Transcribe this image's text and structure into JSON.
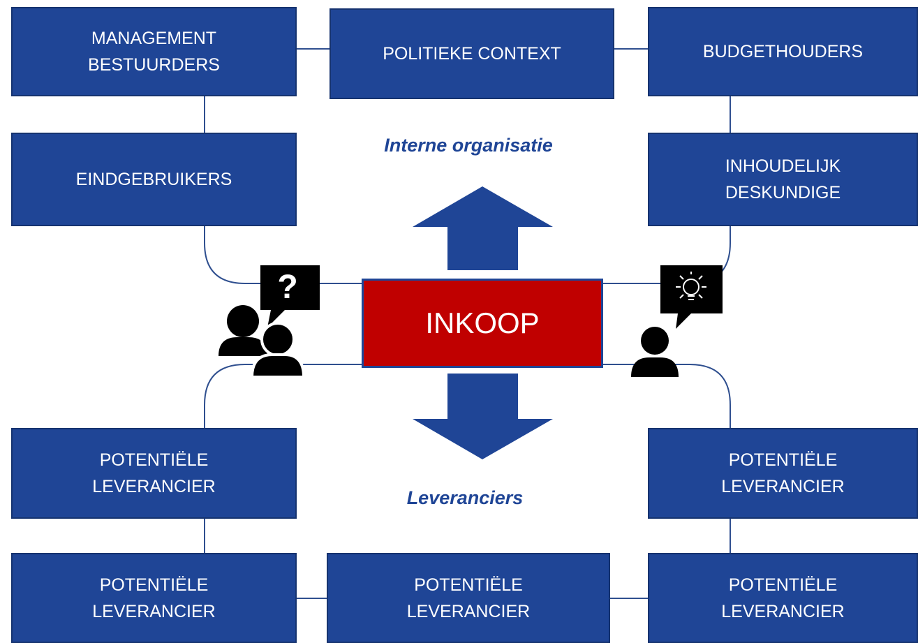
{
  "colors": {
    "box_fill": "#1f4596",
    "core_fill": "#c00000",
    "label_text": "#1f4596",
    "connector": "#2f4f8f",
    "icon": "#000000"
  },
  "center": {
    "label": "INKOOP"
  },
  "sections": {
    "internal": "Interne organisatie",
    "suppliers": "Leveranciers"
  },
  "internal_nodes": {
    "management": [
      "MANAGEMENT",
      "BESTUURDERS"
    ],
    "politics": [
      "POLITIEKE CONTEXT"
    ],
    "budget_holders": [
      "BUDGETHOUDERS"
    ],
    "end_users": [
      "EINDGEBRUIKERS"
    ],
    "experts": [
      "INHOUDELIJK",
      "DESKUNDIGE"
    ]
  },
  "supplier_nodes": {
    "left_upper": [
      "POTENTIËLE",
      "LEVERANCIER"
    ],
    "right_upper": [
      "POTENTIËLE",
      "LEVERANCIER"
    ],
    "left_lower": [
      "POTENTIËLE",
      "LEVERANCIER"
    ],
    "middle_lower": [
      "POTENTIËLE",
      "LEVERANCIER"
    ],
    "right_lower": [
      "POTENTIËLE",
      "LEVERANCIER"
    ]
  },
  "icons": {
    "left": [
      "question-speech-bubble-icon",
      "two-people-icon"
    ],
    "right": [
      "lightbulb-speech-bubble-icon",
      "person-icon"
    ]
  },
  "arrows": [
    "up-arrow",
    "down-arrow"
  ]
}
